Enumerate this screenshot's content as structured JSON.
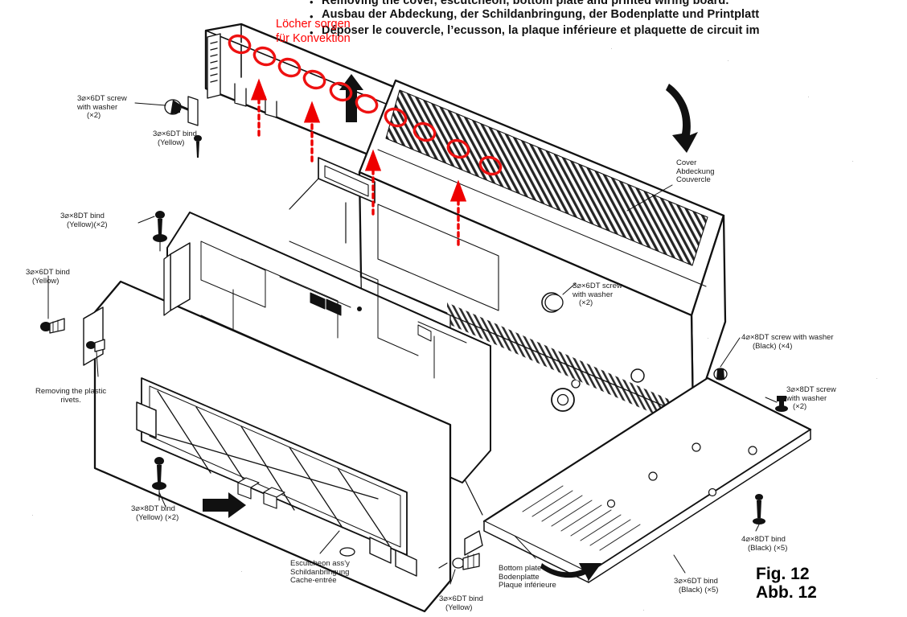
{
  "figure": {
    "title_en": "Fig. 12",
    "title_de": "Abb. 12"
  },
  "header": {
    "bullet": "•",
    "lines": [
      "Removing the cover, escutcheon, bottom plate and printed wiring board.",
      "Ausbau der Abdeckung, der Schildanbringung, der Bodenplatte und Printplatt",
      "Déposer le couvercle, l’ecusson, la plaque inférieure et plaquette de circuit im"
    ]
  },
  "annotation": {
    "color": "#ff0000",
    "line1": "Löcher sorgen",
    "line2": "für Konvektion"
  },
  "callouts": {
    "screw_top_left": {
      "line1": "3⌀×6DT screw",
      "line2": "with washer",
      "line3": "(×2)"
    },
    "bind_top_center": {
      "line1": "3⌀×6DT bind",
      "line2": "(Yellow)"
    },
    "bind_left_upper": {
      "line1": "3⌀×8DT bind",
      "line2": "(Yellow)(×2)"
    },
    "bind_left_lower": {
      "line1": "3⌀×6DT bind",
      "line2": "(Yellow)"
    },
    "rivets_note": {
      "line1": "Removing the plastic",
      "line2": "rivets."
    },
    "bind_bottom_left": {
      "line1": "3⌀×8DT bind",
      "line2": "(Yellow) (×2)"
    },
    "escutcheon": {
      "line1": "Escutcheon ass’y",
      "line2": "Schildanbringung",
      "line3": "Cache-entrée"
    },
    "bind_bottom_center": {
      "line1": "3⌀×6DT bind",
      "line2": "(Yellow)"
    },
    "bottom_plate": {
      "line1": "Bottom plate",
      "line2": "Bodenplatte",
      "line3": "Plaque inférieure"
    },
    "bind_bottom_black": {
      "line1": "3⌀×6DT bind",
      "line2": "(Black) (×5)"
    },
    "cover": {
      "line1": "Cover",
      "line2": "Abdeckung",
      "line3": "Couvercle"
    },
    "screw_mid_right": {
      "line1": "3⌀×6DT screw",
      "line2": "with washer",
      "line3": "(×2)"
    },
    "screw_right_upper": {
      "line1": "4⌀×8DT screw with washer",
      "line2": "(Black) (×4)"
    },
    "screw_right_lower": {
      "line1": "3⌀×8DT screw",
      "line2": "with washer",
      "line3": "(×2)"
    },
    "bind_right_bottom": {
      "line1": "4⌀×8DT bind",
      "line2": "(Black) (×5)"
    }
  },
  "markers": {
    "vent_hole_color": "#ee1111",
    "vent_hole_count": 10,
    "arrow_color": "#ee0000",
    "arrow_count": 4
  }
}
